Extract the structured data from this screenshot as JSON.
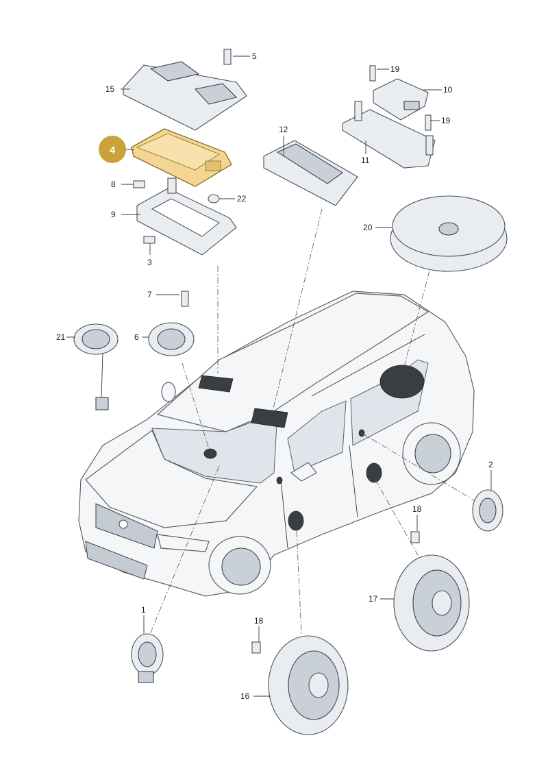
{
  "highlight": {
    "part_number": "4",
    "fill_color": "#c9a23a",
    "outline_color": "#d4a73f"
  },
  "callouts": {
    "p1": "1",
    "p2": "2",
    "p3": "3",
    "p5": "5",
    "p6": "6",
    "p7": "7",
    "p8": "8",
    "p9": "9",
    "p10": "10",
    "p11": "11",
    "p12": "12",
    "p15": "15",
    "p16": "16",
    "p17": "17",
    "p18a": "18",
    "p18b": "18",
    "p19a": "19",
    "p19b": "19",
    "p20": "20",
    "p21": "21",
    "p22": "22"
  }
}
